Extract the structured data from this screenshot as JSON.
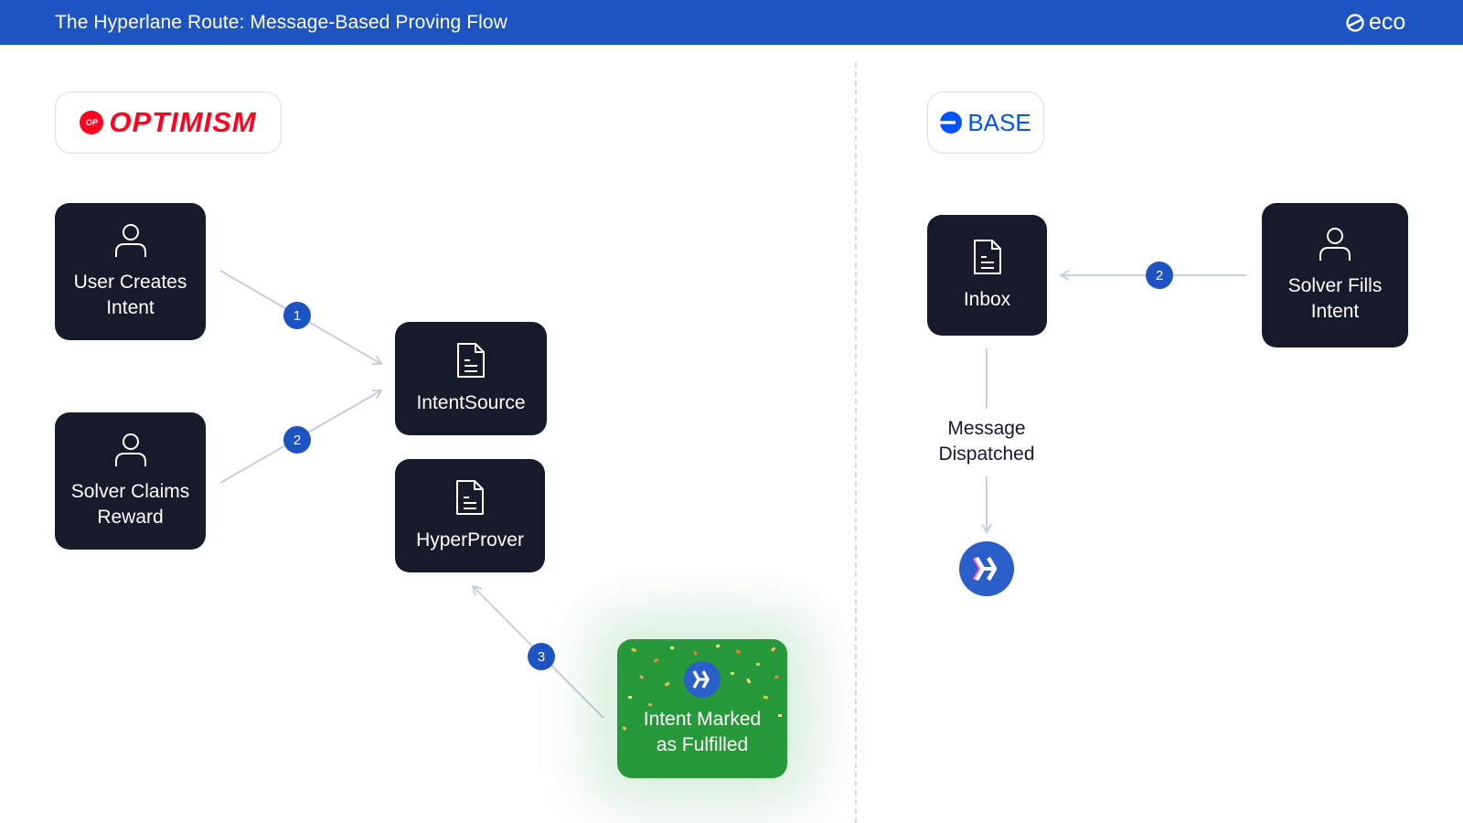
{
  "header": {
    "title": "The Hyperlane Route: Message-Based Proving Flow",
    "logo_text": "eco",
    "background": "#1e53c2"
  },
  "chains": {
    "left": {
      "name": "OPTIMISM",
      "mark": "OP",
      "color": "#ff0420"
    },
    "right": {
      "name": "BASE",
      "color": "#0052ff"
    }
  },
  "nodes": {
    "user_creates": {
      "label": "User Creates\nIntent",
      "icon": "user-icon"
    },
    "solver_claims": {
      "label": "Solver Claims\nReward",
      "icon": "user-icon"
    },
    "intent_source": {
      "label": "IntentSource",
      "icon": "document-icon"
    },
    "hyper_prover": {
      "label": "HyperProver",
      "icon": "document-icon"
    },
    "inbox": {
      "label": "Inbox",
      "icon": "document-icon"
    },
    "solver_fills": {
      "label": "Solver Fills\nIntent",
      "icon": "user-icon"
    },
    "intent_fulfilled": {
      "label": "Intent Marked\nas Fulfilled",
      "icon": "hyperlane-icon",
      "color": "#28993a"
    }
  },
  "message_label": "Message\nDispatched",
  "steps": {
    "optimism_create": "1",
    "optimism_claim": "2",
    "optimism_prove": "3",
    "base_fill": "2"
  },
  "colors": {
    "node_background": "#161a2b",
    "step_badge": "#1e53c2",
    "connector": "#c3cad8",
    "hyperlane_brand": "#2a5ec8"
  }
}
